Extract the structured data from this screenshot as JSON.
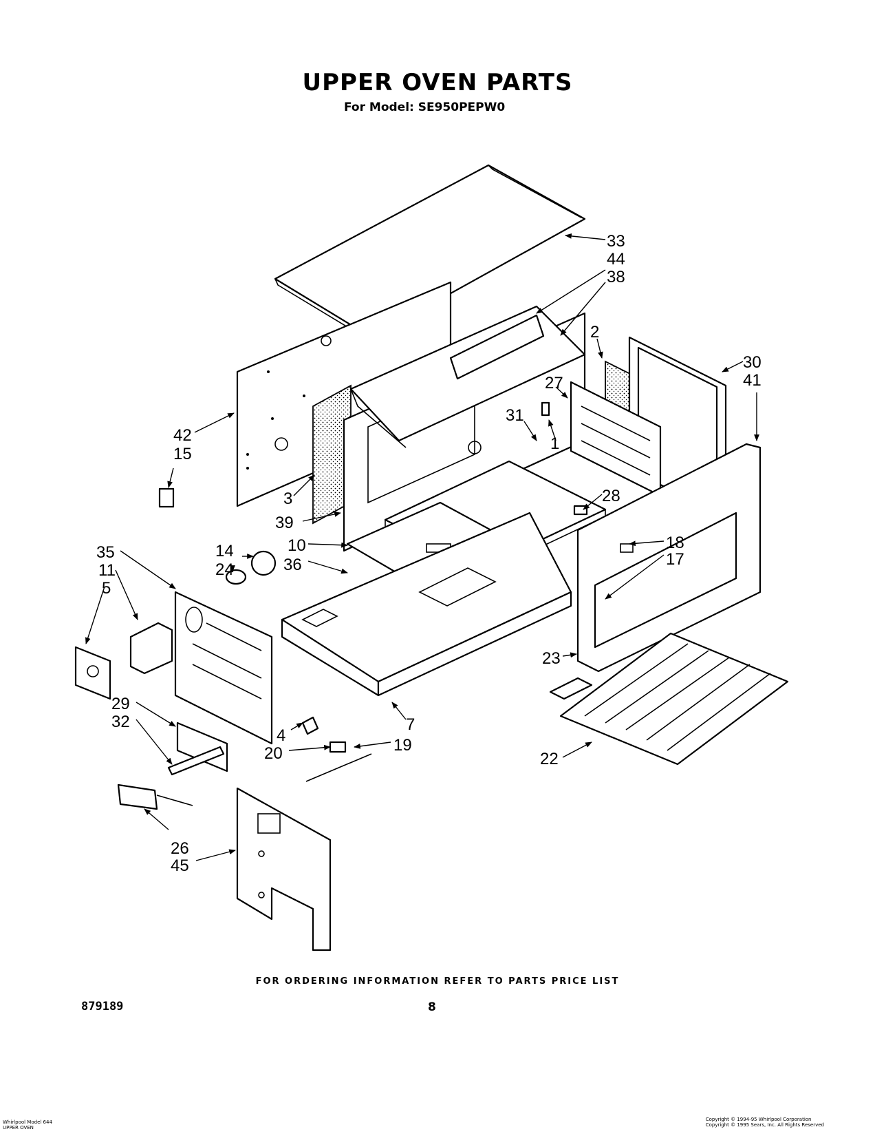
{
  "header": {
    "title": "UPPER OVEN PARTS",
    "model_label": "For Model:",
    "model_number": "SE950PEPW0"
  },
  "callouts": {
    "c33": "33",
    "c44": "44",
    "c38": "38",
    "c2": "2",
    "c30": "30",
    "c41": "41",
    "c27": "27",
    "c1": "1",
    "c31": "31",
    "c42": "42",
    "c15": "15",
    "c3": "3",
    "c39": "39",
    "c14": "14",
    "c24": "24",
    "c28": "28",
    "c10": "10",
    "c36": "36",
    "c35": "35",
    "c11": "11",
    "c5": "5",
    "c18": "18",
    "c17": "17",
    "c23": "23",
    "c29": "29",
    "c32": "32",
    "c7": "7",
    "c4": "4",
    "c20": "20",
    "c19": "19",
    "c22": "22",
    "c26": "26",
    "c45": "45"
  },
  "footer": {
    "ordering_note": "FOR ORDERING INFORMATION REFER TO PARTS PRICE LIST",
    "catalog_number": "879189",
    "page_number": "8",
    "left_line1": "Whirlpool Model 644",
    "left_line2": "UPPER OVEN",
    "right_line1": "Copyright © 1994-95 Whirlpool Corporation",
    "right_line2": "Copyright © 1995 Sears, Inc. All Rights Reserved"
  }
}
